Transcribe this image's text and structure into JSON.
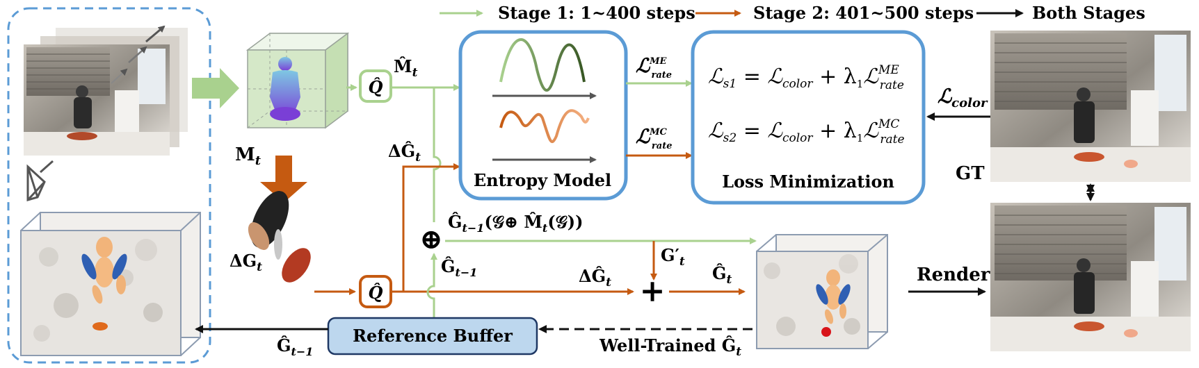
{
  "legend": {
    "stage1": "Stage 1: 1~400 steps",
    "stage2": "Stage 2: 401~500 steps",
    "both": "Both Stages"
  },
  "colors": {
    "green": "#a9d18e",
    "green_dark": "#6aa84f",
    "orange": "#c55a11",
    "blue_box": "#5b9bd5",
    "buffer_fill": "#bdd7ee",
    "dark": "#111111",
    "gray": "#444444"
  },
  "labels": {
    "m_t": "M",
    "m_t_sub": "t",
    "q_hat": "Q̂",
    "m_hat_t": "M̂",
    "m_hat_t_sub": "t",
    "delta_g_hat_t_1": "ΔĜ",
    "delta_g_hat_t_1_sub": "t",
    "delta_g_t": "ΔG",
    "delta_g_t_sub": "t",
    "g_hat_prev_transform": "Ĝ",
    "g_hat_prev_transform_sub": "t−1",
    "g_hat_prev_transform_rest": "(𝒢⊕ M̂",
    "g_hat_prev_transform_rest_sub": "t",
    "g_hat_prev_transform_rest2": "(𝒢))",
    "g_hat_prev": "Ĝ",
    "g_hat_prev_sub": "t−1",
    "g_prime_t": "G′",
    "g_prime_t_sub": "t",
    "delta_g_hat_t_2": "ΔĜ",
    "delta_g_hat_t_2_sub": "t",
    "g_hat_t": "Ĝ",
    "g_hat_t_sub": "t",
    "g_hat_prev_bottom": "Ĝ",
    "g_hat_prev_bottom_sub": "t−1",
    "well_trained": "Well-Trained Ĝ",
    "well_trained_sub": "t",
    "entropy_model": "Entropy Model",
    "loss_minimization": "Loss Minimization",
    "reference_buffer": "Reference Buffer",
    "render": "Render",
    "gt": "GT",
    "l_rate_me": "ℒ",
    "l_rate_me_sup": "ME",
    "l_rate_me_sub": "rate",
    "l_rate_mc": "ℒ",
    "l_rate_mc_sup": "MC",
    "l_rate_mc_sub": "rate",
    "l_color": "ℒ",
    "l_color_sub": "color",
    "eq1_lhs": "ℒ",
    "eq1_lhs_sub": "s1",
    "eq1_mid": " = ℒ",
    "eq1_color_sub": "color",
    "eq1_plus": " + λ",
    "eq1_lambda_sub": "1",
    "eq1_l": "ℒ",
    "eq1_sup": "ME",
    "eq1_sub": "rate",
    "eq2_lhs": "ℒ",
    "eq2_lhs_sub": "s2",
    "eq2_mid": " = ℒ",
    "eq2_color_sub": "color",
    "eq2_plus": " + λ",
    "eq2_lambda_sub": "1",
    "eq2_l": "ℒ",
    "eq2_sup": "MC",
    "eq2_sub": "rate",
    "oplus": "⊕",
    "plus": "+"
  }
}
